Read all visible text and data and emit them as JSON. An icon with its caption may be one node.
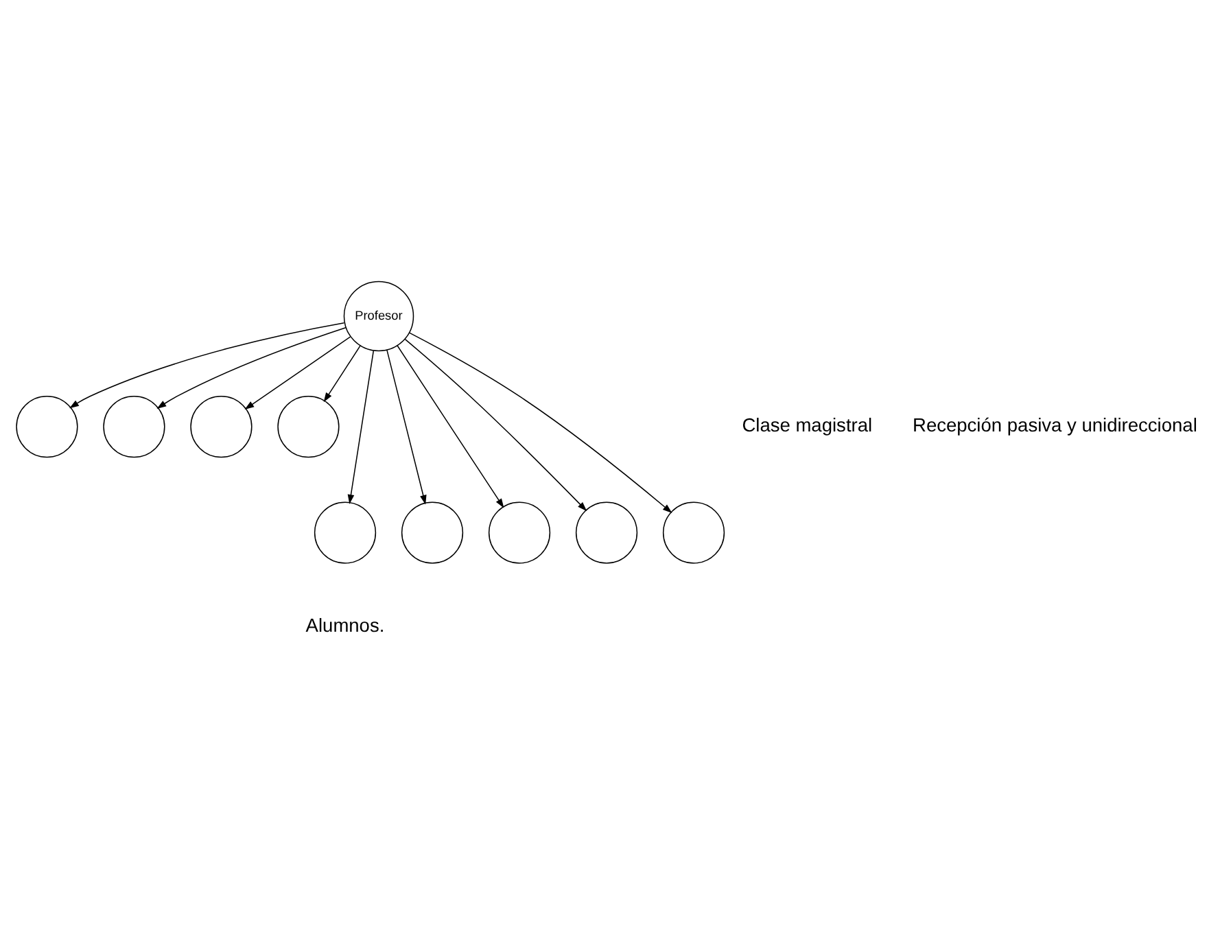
{
  "diagram": {
    "nodes": [
      {
        "text": [
          "Profesor"
        ]
      },
      {
        "text": [],
        "shape": "circle"
      },
      {
        "text": [],
        "shape": "circle"
      },
      {
        "text": [],
        "shape": "circle"
      },
      {
        "text": [],
        "shape": "circle"
      },
      {
        "text": [],
        "shape": "circle"
      },
      {
        "text": [],
        "shape": "circle"
      },
      {
        "text": [],
        "shape": "circle"
      },
      {
        "text": [],
        "shape": "circle"
      },
      {
        "text": [],
        "shape": "circle"
      }
    ],
    "edges": [
      {
        "from": 0,
        "to": 5,
        "arrow": "to"
      },
      {
        "from": 0,
        "to": 1,
        "arrow": "to"
      },
      {
        "from": 0,
        "to": 6,
        "arrow": "to"
      },
      {
        "from": 0,
        "to": 2,
        "arrow": "to"
      },
      {
        "from": 0,
        "to": 7,
        "arrow": "to"
      },
      {
        "from": 0,
        "to": 3,
        "arrow": "to"
      },
      {
        "from": 0,
        "to": 8,
        "arrow": "to"
      },
      {
        "from": 0,
        "to": 4,
        "arrow": "to"
      },
      {
        "from": 0,
        "to": 9,
        "arrow": "to"
      }
    ],
    "labels": [
      "Clase magistral",
      "Recepción pasiva y unidireccional",
      "Alumnos."
    ]
  }
}
